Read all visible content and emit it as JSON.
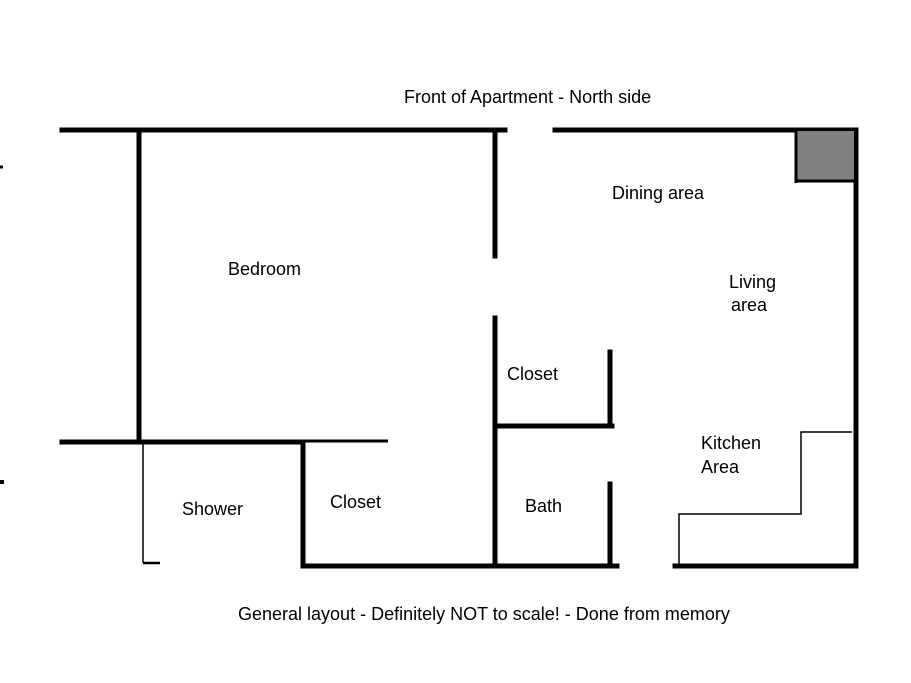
{
  "header": {
    "title": "Front  of Apartment  - North side"
  },
  "rooms": {
    "bedroom": "Bedroom",
    "dining": "Dining area",
    "living_line1": "Living",
    "living_line2": "area",
    "closet_upper": "Closet",
    "closet_lower": "Closet",
    "bath": "Bath",
    "shower": "Shower",
    "kitchen_line1": "Kitchen",
    "kitchen_line2": "Area"
  },
  "footer": {
    "caption": "General layout - Definitely NOT to scale! - Done from memory"
  },
  "colors": {
    "wall": "#000000",
    "corner_fill": "#808080",
    "background": "#ffffff"
  }
}
